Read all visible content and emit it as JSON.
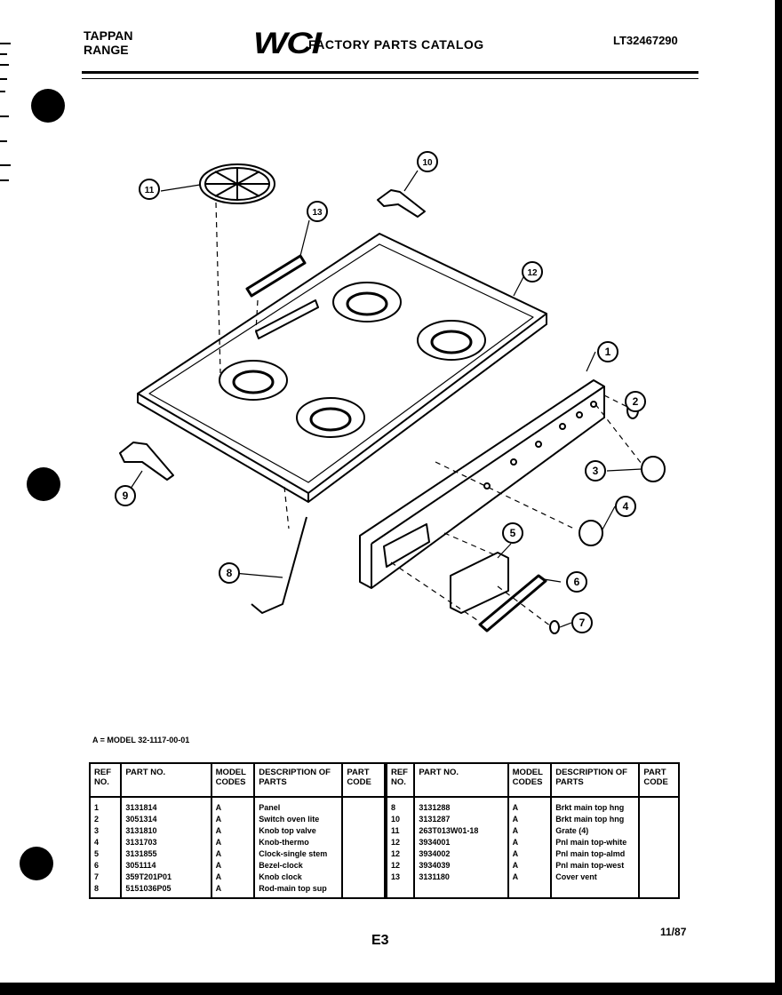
{
  "header": {
    "brand": "TAPPAN",
    "category": "RANGE",
    "logo": "WCI",
    "title": "FACTORY PARTS CATALOG",
    "model_code": "LT32467290"
  },
  "callouts": [
    "1",
    "2",
    "3",
    "4",
    "5",
    "6",
    "7",
    "8",
    "9",
    "10",
    "11",
    "12",
    "13"
  ],
  "model_note": "A = MODEL 32-1117-00-01",
  "table": {
    "headers": {
      "ref_no": "REF NO.",
      "part_no": "PART NO.",
      "model_codes": "MODEL CODES",
      "description": "DESCRIPTION OF PARTS",
      "part_code": "PART CODE"
    },
    "rows": [
      {
        "left": {
          "ref": "1",
          "part": "3131814",
          "model": "A",
          "desc": "Panel",
          "code": ""
        },
        "right": {
          "ref": "8",
          "part": "3131288",
          "model": "A",
          "desc": "Brkt main top hng",
          "code": ""
        }
      },
      {
        "left": {
          "ref": "2",
          "part": "3051314",
          "model": "A",
          "desc": "Switch oven lite",
          "code": ""
        },
        "right": {
          "ref": "10",
          "part": "3131287",
          "model": "A",
          "desc": "Brkt main top hng",
          "code": ""
        }
      },
      {
        "left": {
          "ref": "3",
          "part": "3131810",
          "model": "A",
          "desc": "Knob top valve",
          "code": ""
        },
        "right": {
          "ref": "11",
          "part": "263T013W01-18",
          "model": "A",
          "desc": "Grate (4)",
          "code": ""
        }
      },
      {
        "left": {
          "ref": "4",
          "part": "3131703",
          "model": "A",
          "desc": "Knob-thermo",
          "code": ""
        },
        "right": {
          "ref": "12",
          "part": "3934001",
          "model": "A",
          "desc": "Pnl main top-white",
          "code": ""
        }
      },
      {
        "left": {
          "ref": "5",
          "part": "3131855",
          "model": "A",
          "desc": "Clock-single stem",
          "code": ""
        },
        "right": {
          "ref": "12",
          "part": "3934002",
          "model": "A",
          "desc": "Pnl main top-almd",
          "code": ""
        }
      },
      {
        "left": {
          "ref": "6",
          "part": "3051114",
          "model": "A",
          "desc": "Bezel-clock",
          "code": ""
        },
        "right": {
          "ref": "12",
          "part": "3934039",
          "model": "A",
          "desc": "Pnl main top-west",
          "code": ""
        }
      },
      {
        "left": {
          "ref": "7",
          "part": "359T201P01",
          "model": "A",
          "desc": "Knob clock",
          "code": ""
        },
        "right": {
          "ref": "13",
          "part": "3131180",
          "model": "A",
          "desc": "Cover vent",
          "code": ""
        }
      },
      {
        "left": {
          "ref": "8",
          "part": "5151036P05",
          "model": "A",
          "desc": "Rod-main top sup",
          "code": ""
        },
        "right": {
          "ref": "",
          "part": "",
          "model": "",
          "desc": "",
          "code": ""
        }
      }
    ]
  },
  "footer": {
    "page": "E3",
    "date": "11/87"
  }
}
